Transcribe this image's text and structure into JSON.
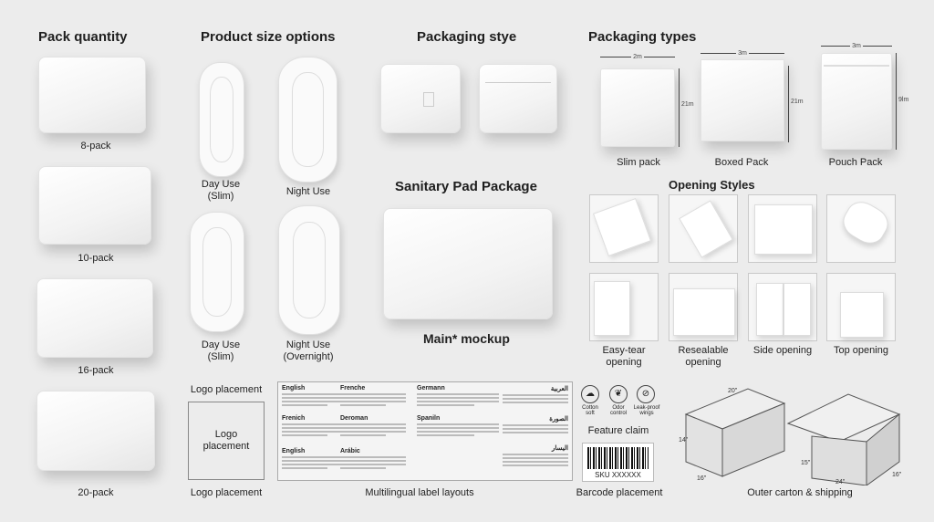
{
  "sections": {
    "pack_quantity": {
      "title": "Pack quantity",
      "items": [
        "8-pack",
        "10-pack",
        "16-pack",
        "20-pack"
      ]
    },
    "product_size": {
      "title": "Product size options",
      "items": [
        "Day Use\n(Slim)",
        "Night Use",
        "Day Use\n(Slim)",
        "Night Use\n(Overnight)"
      ]
    },
    "packaging_style": {
      "title": "Packaging stye"
    },
    "main": {
      "title": "Sanitary Pad Package",
      "caption": "Main* mockup"
    },
    "packaging_types": {
      "title": "Packaging types",
      "items": [
        {
          "label": "Slim pack",
          "w": "2m",
          "h": "21m"
        },
        {
          "label": "Boxed Pack",
          "w": "3m",
          "h": "21m"
        },
        {
          "label": "Pouch Pack",
          "w": "3m",
          "h": "9lm"
        }
      ]
    },
    "opening_styles": {
      "title": "Opening Styles",
      "items": [
        "Easy-tear\nopening",
        "Resealable\nopening",
        "Side opening",
        "Top opening"
      ]
    },
    "logo": {
      "title": "Logo placement",
      "box": "Logo\nplacement",
      "caption": "Logo placement"
    },
    "multilingual": {
      "caption": "Multilingual label layouts",
      "languages": [
        "English",
        "Frenche",
        "Germann",
        "Frenich",
        "Deroman",
        "Spaniln",
        "English",
        "Arábic"
      ],
      "arabic": [
        "العربية",
        "الصورة",
        "اليسار"
      ]
    },
    "features": {
      "items": [
        "Cotton\nsoft",
        "Odor\ncontrol",
        "Leak-proof\nwings"
      ],
      "icons": [
        "cotton-icon",
        "odor-control-icon",
        "leak-proof-icon"
      ],
      "caption": "Feature claim"
    },
    "barcode": {
      "sku": "SKU XXXXXX",
      "caption": "Barcode placement"
    },
    "carton": {
      "caption": "Outer carton & shipping",
      "dims": [
        "20\"",
        "14\"",
        "16\"",
        "15\"",
        "24\"",
        "16\""
      ]
    }
  }
}
